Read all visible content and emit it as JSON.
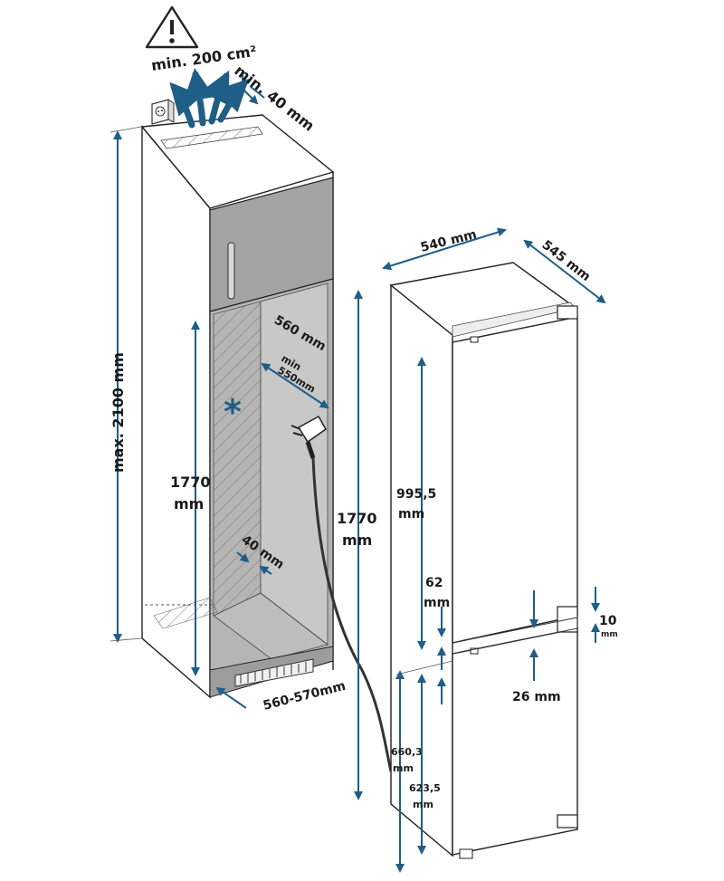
{
  "labels": {
    "ventilation_area": "min. 200 cm²",
    "top_gap": "min. 40 mm",
    "max_height": "max. 2100 mm",
    "niche_height_value": "1770",
    "niche_height_unit": "mm",
    "niche_depth": "560 mm",
    "min_depth_1": "min",
    "min_depth_2": "550mm",
    "rear_gap": "40 mm",
    "niche_width": "560-570mm",
    "width": "540 mm",
    "depth": "545 mm",
    "appliance_height_value": "1770",
    "appliance_height_unit": "mm",
    "upper_door_value": "995,5",
    "upper_door_unit": "mm",
    "gap_62_value": "62",
    "gap_62_unit": "mm",
    "gap_10_value": "10",
    "gap_10_unit": "mm",
    "gap_26": "26 mm",
    "lower_660_value": "660,3",
    "lower_660_unit": "mm",
    "lower_623_value": "623,5",
    "lower_623_unit": "mm",
    "asterisk": "*"
  },
  "icons": [
    "warning-icon",
    "power-outlet-icon",
    "airflow-arrows",
    "power-plug-icon"
  ],
  "colors": {
    "dimension": "#1f5e86",
    "niche_gray": "#b3b3b3",
    "cabinet_gray": "#9a9a9a",
    "grille": "#555555"
  }
}
